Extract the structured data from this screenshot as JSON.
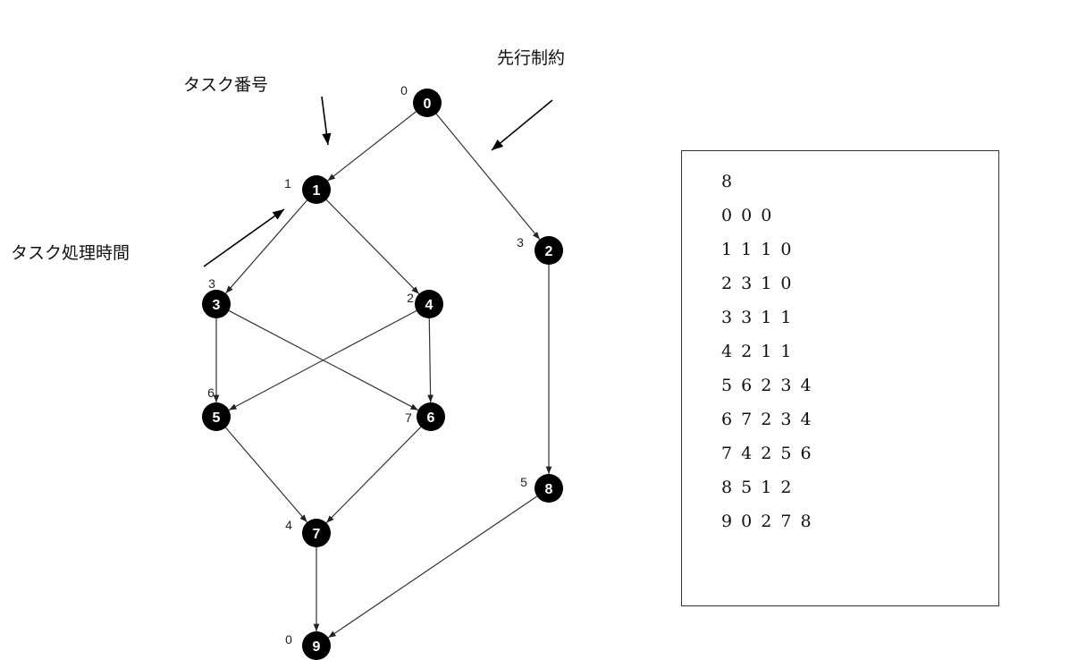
{
  "annotations": {
    "task_number": "タスク番号",
    "precedence": "先行制約",
    "processing_time": "タスク処理時間"
  },
  "graph": {
    "nodes": [
      {
        "id": "0",
        "weight": "0"
      },
      {
        "id": "1",
        "weight": "1"
      },
      {
        "id": "2",
        "weight": "3"
      },
      {
        "id": "3",
        "weight": "3"
      },
      {
        "id": "4",
        "weight": "2"
      },
      {
        "id": "5",
        "weight": "6"
      },
      {
        "id": "6",
        "weight": "7"
      },
      {
        "id": "7",
        "weight": "4"
      },
      {
        "id": "8",
        "weight": "5"
      },
      {
        "id": "9",
        "weight": "0"
      }
    ],
    "edges": [
      [
        "0",
        "1"
      ],
      [
        "0",
        "2"
      ],
      [
        "1",
        "3"
      ],
      [
        "1",
        "4"
      ],
      [
        "2",
        "8"
      ],
      [
        "3",
        "5"
      ],
      [
        "3",
        "6"
      ],
      [
        "4",
        "5"
      ],
      [
        "4",
        "6"
      ],
      [
        "5",
        "7"
      ],
      [
        "6",
        "7"
      ],
      [
        "7",
        "9"
      ],
      [
        "8",
        "9"
      ]
    ]
  },
  "input_file": {
    "lines": [
      "8",
      "0 0 0",
      "1 1 1 0",
      "2 3 1 0",
      "3 3 1 1",
      "4 2 1 1",
      "5 6 2 3 4",
      "6 7 2 3 4",
      "7 4 2 5 6",
      "8 5 1 2",
      "9 0 2 7 8"
    ]
  }
}
